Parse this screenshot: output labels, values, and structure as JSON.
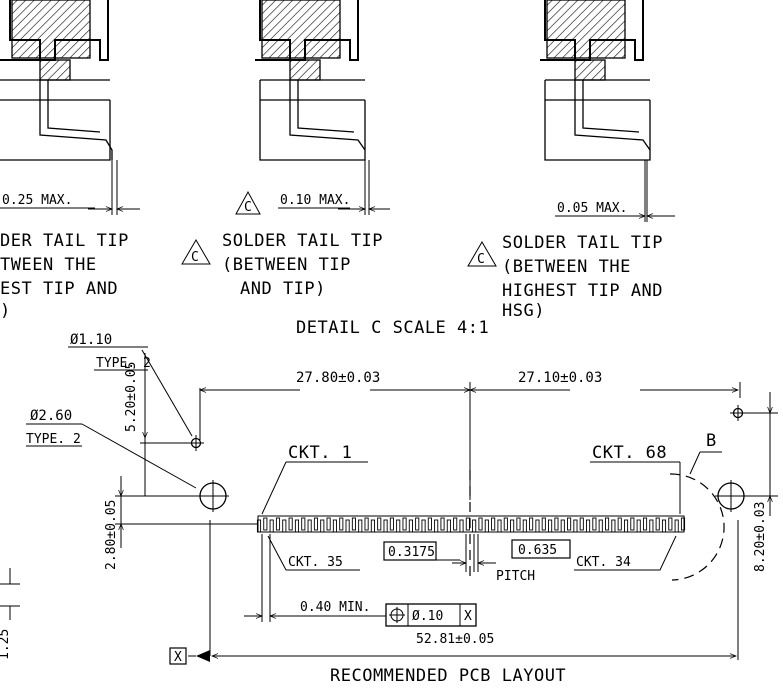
{
  "detail": {
    "view1": {
      "dim": "0.25 MAX.",
      "note": [
        "DER TAIL TIP",
        "TWEEN THE",
        "EST TIP AND",
        ")"
      ]
    },
    "view2": {
      "flag": "C",
      "dim": "0.10 MAX.",
      "note": [
        "SOLDER TAIL TIP",
        "(BETWEEN TIP",
        "AND TIP)"
      ]
    },
    "view3": {
      "flag": "C",
      "dim": "0.05 MAX.",
      "note": [
        "SOLDER TAIL TIP",
        "(BETWEEN THE",
        "HIGHEST TIP AND",
        "HSG)"
      ]
    },
    "caption": "DETAIL C SCALE 4:1"
  },
  "layout": {
    "hole_small": {
      "dia": "Ø1.10",
      "type": "TYPE. 2",
      "vdim": "5.20±0.05"
    },
    "hole_large": {
      "dia": "Ø2.60",
      "type": "TYPE. 2"
    },
    "dim_left": "27.80±0.03",
    "dim_right": "27.10±0.03",
    "ckt1": "CKT. 1",
    "ckt68": "CKT. 68",
    "detail_ref": "B",
    "ckt35": "CKT. 35",
    "ckt34": "CKT. 34",
    "pitch1": "0.3175",
    "pitch2": "0.635",
    "pitch_label": "PITCH",
    "min_spacing": "0.40 MIN.",
    "tol_symbol": "⌖",
    "tol_value": "Ø.10",
    "tol_datum": "X",
    "overall": "52.81±0.05",
    "vdim_left": "2.80±0.05",
    "vdim_right": "8.20±0.03",
    "datum_x": "X",
    "cut_vdim": "1.25",
    "caption": "RECOMMENDED PCB LAYOUT"
  }
}
